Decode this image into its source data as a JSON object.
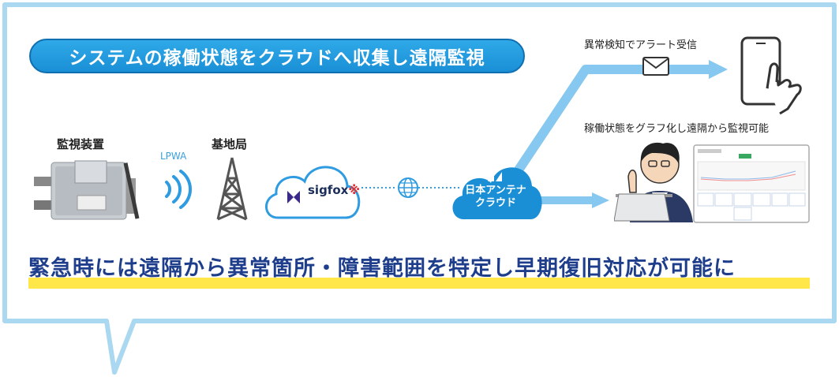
{
  "headline": "システムの稼働状態をクラウドへ収集し遠隔監視",
  "device_label": "監視装置",
  "lpwa_label": "LPWA",
  "base_station_label": "基地局",
  "sigfox_label": "sigfox",
  "sigfox_mark": "※",
  "cloud_label_line1": "日本アンテナ",
  "cloud_label_line2": "クラウド",
  "alert_label": "異常検知でアラート受信",
  "graph_label": "稼働状態をグラフ化し遠隔から監視可能",
  "bottom_text": "緊急時には遠隔から異常箇所・障害範囲を特定し早期復旧対応が可能に",
  "colors": {
    "accent": "#1a8fd6",
    "frame": "#a9d8f0",
    "arrow": "#86c8f0",
    "highlight": "#ffe74a",
    "bottom_text": "#1e3e8c"
  }
}
